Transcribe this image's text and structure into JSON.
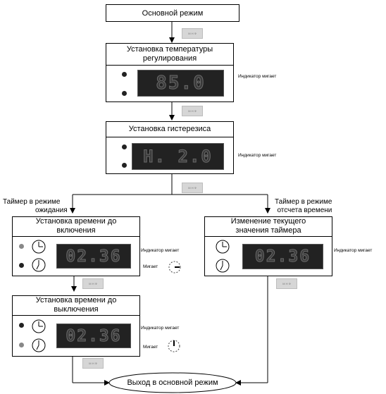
{
  "main_mode": "Основной режим",
  "button_text": "М Н Ф",
  "temp_setting": {
    "title_line1": "Установка температуры",
    "title_line2": "регулирования",
    "display": "85.0",
    "indicator": "Индикатор мигает"
  },
  "hysteresis": {
    "title": "Установка гистерезиса",
    "display": "H. 2.0",
    "indicator": "Индикатор мигает"
  },
  "branch_left": {
    "line1": "Таймер в режиме",
    "line2": "ожидания"
  },
  "branch_right": {
    "line1": "Таймер в режиме",
    "line2": "отсчета времени"
  },
  "on_delay": {
    "title_line1": "Установка времени до",
    "title_line2": "включения",
    "display": "02.36",
    "indicator": "Индикатор мигает",
    "blink": "Мигает"
  },
  "off_delay": {
    "title_line1": "Установка времени до",
    "title_line2": "выключения",
    "display": "02.36",
    "indicator": "Индикатор мигает",
    "blink": "Мигает"
  },
  "timer_change": {
    "title_line1": "Изменение текущего",
    "title_line2": "значения таймера",
    "display": "02.36",
    "indicator": "Индикатор мигает"
  },
  "exit": "Выход в основной режим"
}
